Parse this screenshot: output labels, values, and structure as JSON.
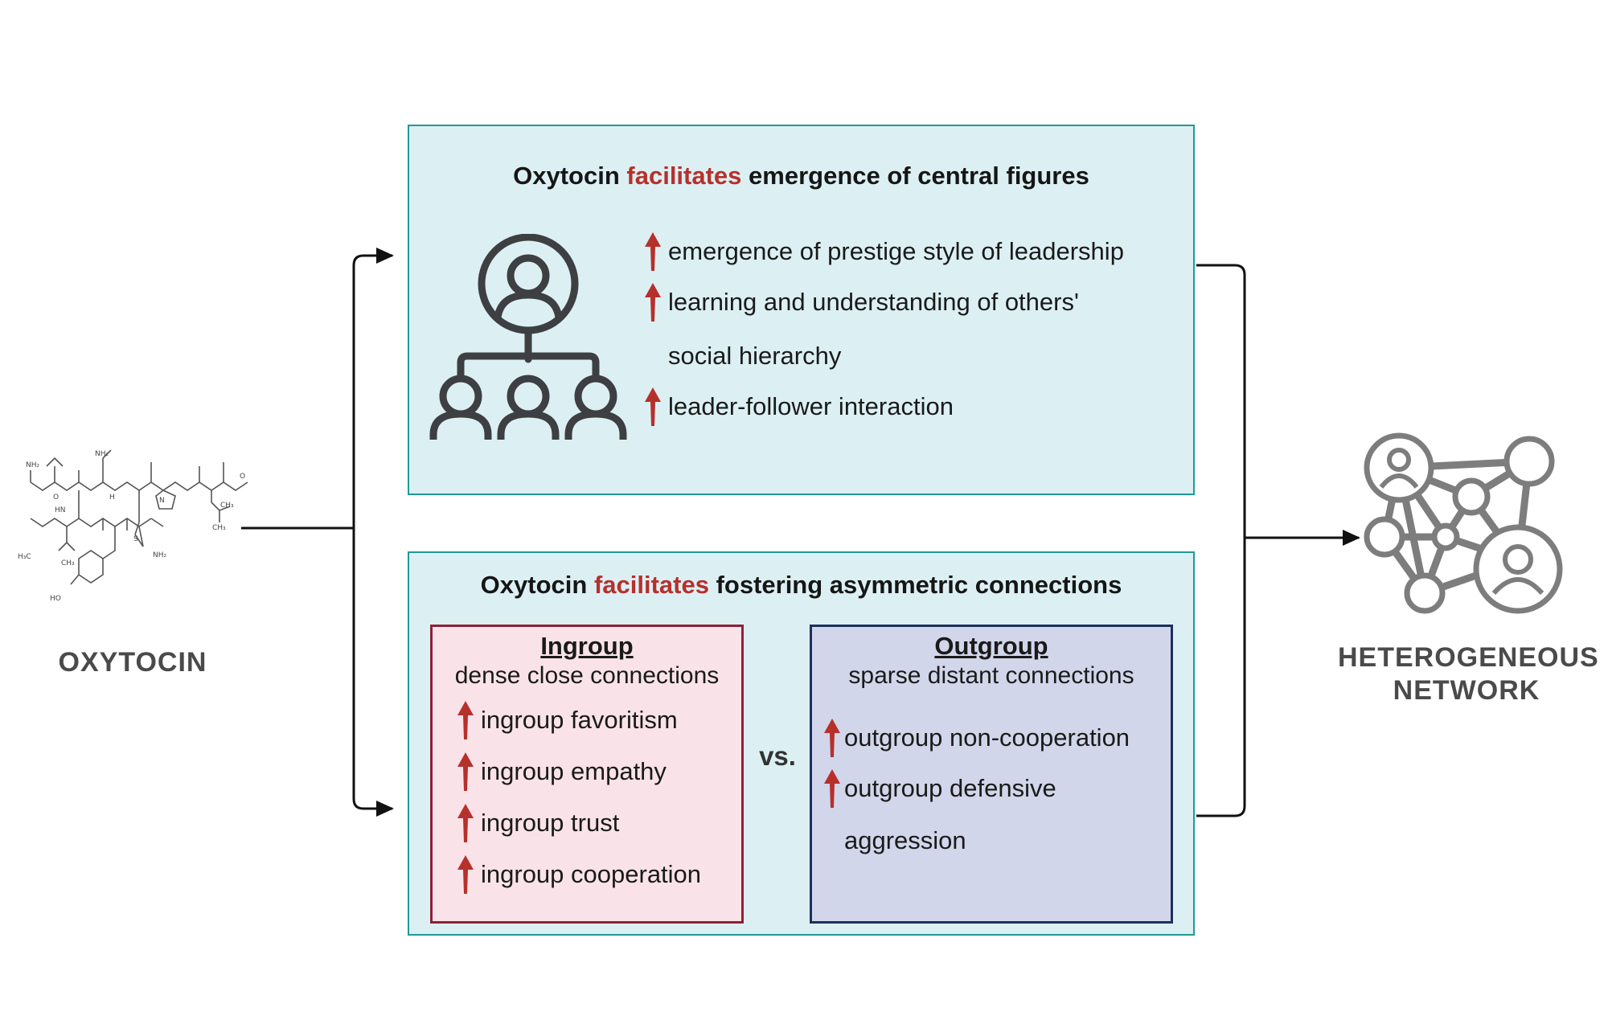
{
  "left_label": "OXYTOCIN",
  "right_label_line1": "HETEROGENEOUS",
  "right_label_line2": "NETWORK",
  "top_panel": {
    "title_pre": "Oxytocin ",
    "title_accent": "facilitates",
    "title_post": " emergence of central figures",
    "items": [
      {
        "text": "emergence of prestige style of leadership"
      },
      {
        "text": "learning and understanding of others'",
        "cont": "social hierarchy"
      },
      {
        "text": "leader-follower interaction"
      }
    ]
  },
  "bottom_panel": {
    "title_pre": "Oxytocin ",
    "title_accent": "facilitates",
    "title_post": " fostering asymmetric connections",
    "vs": "vs.",
    "ingroup": {
      "heading": "Ingroup",
      "desc": "dense close connections",
      "items": [
        "ingroup favoritism",
        "ingroup empathy",
        "ingroup trust",
        "ingroup cooperation"
      ]
    },
    "outgroup": {
      "heading": "Outgroup",
      "desc": "sparse distant connections",
      "items": [
        {
          "text": "outgroup non-cooperation"
        },
        {
          "text": "outgroup defensive",
          "cont": "aggression"
        }
      ]
    }
  },
  "molecule_labels": [
    "NH₂",
    "O",
    "HN",
    "NH₂",
    "H",
    "N",
    "S",
    "H₃C",
    "CH₃",
    "HO",
    "CH₃",
    "CH₃",
    "NH₂",
    "O"
  ],
  "colors": {
    "panel_fill": "#dcf0f3",
    "panel_border": "#1f9a97",
    "accent_red": "#b6302c",
    "ingroup_fill": "#fae3e8",
    "ingroup_border": "#8e2138",
    "outgroup_fill": "#d1d6ea",
    "outgroup_border": "#1e2f5c",
    "icon_gray": "#3d3f42",
    "network_gray": "#7d7d7d"
  },
  "icons": [
    "up-arrow-icon",
    "org-hierarchy-icon",
    "network-icon",
    "oxytocin-molecule-icon"
  ]
}
